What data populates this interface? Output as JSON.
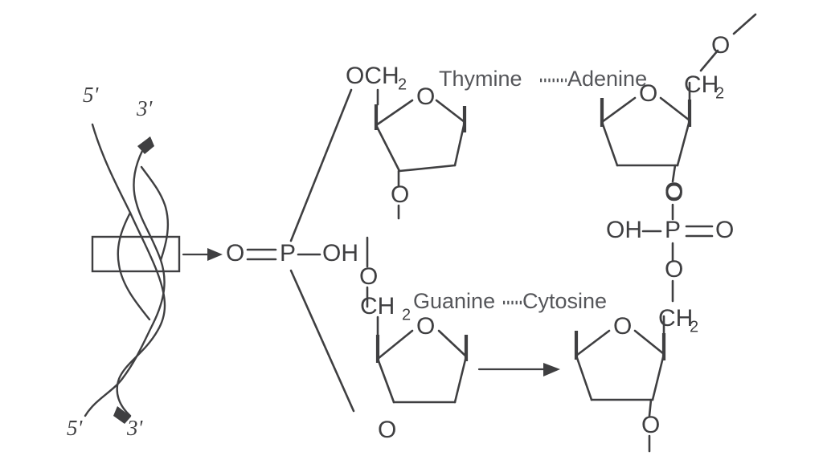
{
  "figure": {
    "title": "DNA double helix unwound to nucleotide chemical structure",
    "background_color": "#ffffff",
    "line_color": "#3f3f41",
    "label_color": "#55565a"
  },
  "helix": {
    "name": "dna-double-helix",
    "top_left_label": "5'",
    "top_right_label": "3'",
    "bottom_left_label": "5'",
    "bottom_right_label": "3'",
    "highlight_box": "region-of-interest-box"
  },
  "arrows": {
    "helix_to_structure": "arrow-right",
    "lower_pair_arrow": "arrow-right"
  },
  "base_pairs": [
    {
      "left": "Thymine",
      "bond": "hydrogen-bond-dotted",
      "right": "Adenine"
    },
    {
      "left": "Guanine",
      "bond": "hydrogen-bond-dotted",
      "right": "Cytosine"
    }
  ],
  "atoms": {
    "left_phosphate": {
      "double_bond_oxygen": "O",
      "phosphorus": "P",
      "hydroxyl": "OH"
    },
    "right_phosphate": {
      "top_oxygen": "O",
      "hydroxyl": "OH",
      "phosphorus": "P",
      "double_bond_oxygen": "O",
      "bottom_oxygen": "O"
    },
    "top_left_sugar": {
      "methylene_group": "OCH",
      "methylene_subscript": "2",
      "ring_oxygen": "O",
      "bottom_oxygen": "O"
    },
    "bottom_left_sugar": {
      "link_oxygen": "O",
      "methylene_group": "CH",
      "methylene_subscript": "2",
      "ring_oxygen": "O",
      "bottom_oxygen": "O"
    },
    "top_right_sugar": {
      "top_oxygen": "O",
      "methylene_group": "CH",
      "methylene_subscript": "2",
      "ring_oxygen": "O",
      "bottom_oxygen": "O"
    },
    "bottom_right_sugar": {
      "methylene_group": "CH",
      "methylene_subscript": "2",
      "ring_oxygen": "O",
      "bottom_oxygen": "O"
    }
  }
}
